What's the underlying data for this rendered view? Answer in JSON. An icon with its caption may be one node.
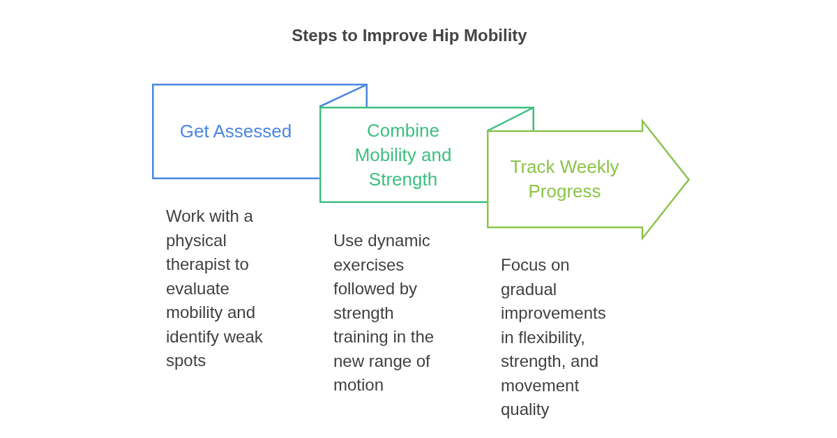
{
  "diagram": {
    "title": "Steps to Improve Hip Mobility",
    "nodes": [
      {
        "text": [
          "Get Assessed"
        ],
        "beside": [
          "Work with a physical therapist to evaluate mobility and identify weak spots"
        ]
      },
      {
        "text": [
          "Combine Mobility and Strength"
        ],
        "beside": [
          "Use dynamic exercises followed by strength training in the new range of motion"
        ]
      },
      {
        "text": [
          "Track Weekly Progress"
        ],
        "beside": [
          "Focus on gradual improvements in flexibility, strength, and movement quality"
        ]
      }
    ]
  }
}
